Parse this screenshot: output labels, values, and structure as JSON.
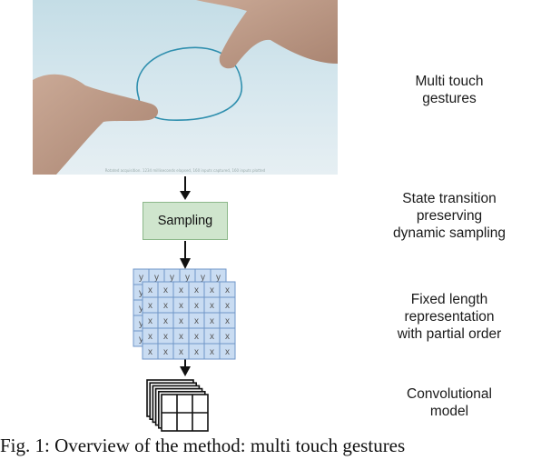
{
  "photo": {
    "caption": "Rotated acquisition. 1234 milliseconds elapsed, 160 inputs captured, 160 inputs plotted"
  },
  "labels": {
    "gestures": [
      "Multi touch",
      "gestures"
    ],
    "sampling": [
      "State transition",
      "preserving",
      "dynamic sampling"
    ],
    "representation": [
      "Fixed length",
      "representation",
      "with partial order"
    ],
    "model": [
      "Convolutional",
      "model"
    ]
  },
  "sampling_box": {
    "label": "Sampling"
  },
  "grid": {
    "back_cell": "y",
    "front_cell": "x"
  },
  "figure_caption": "Fig. 1: Overview of the method: multi touch gestures"
}
